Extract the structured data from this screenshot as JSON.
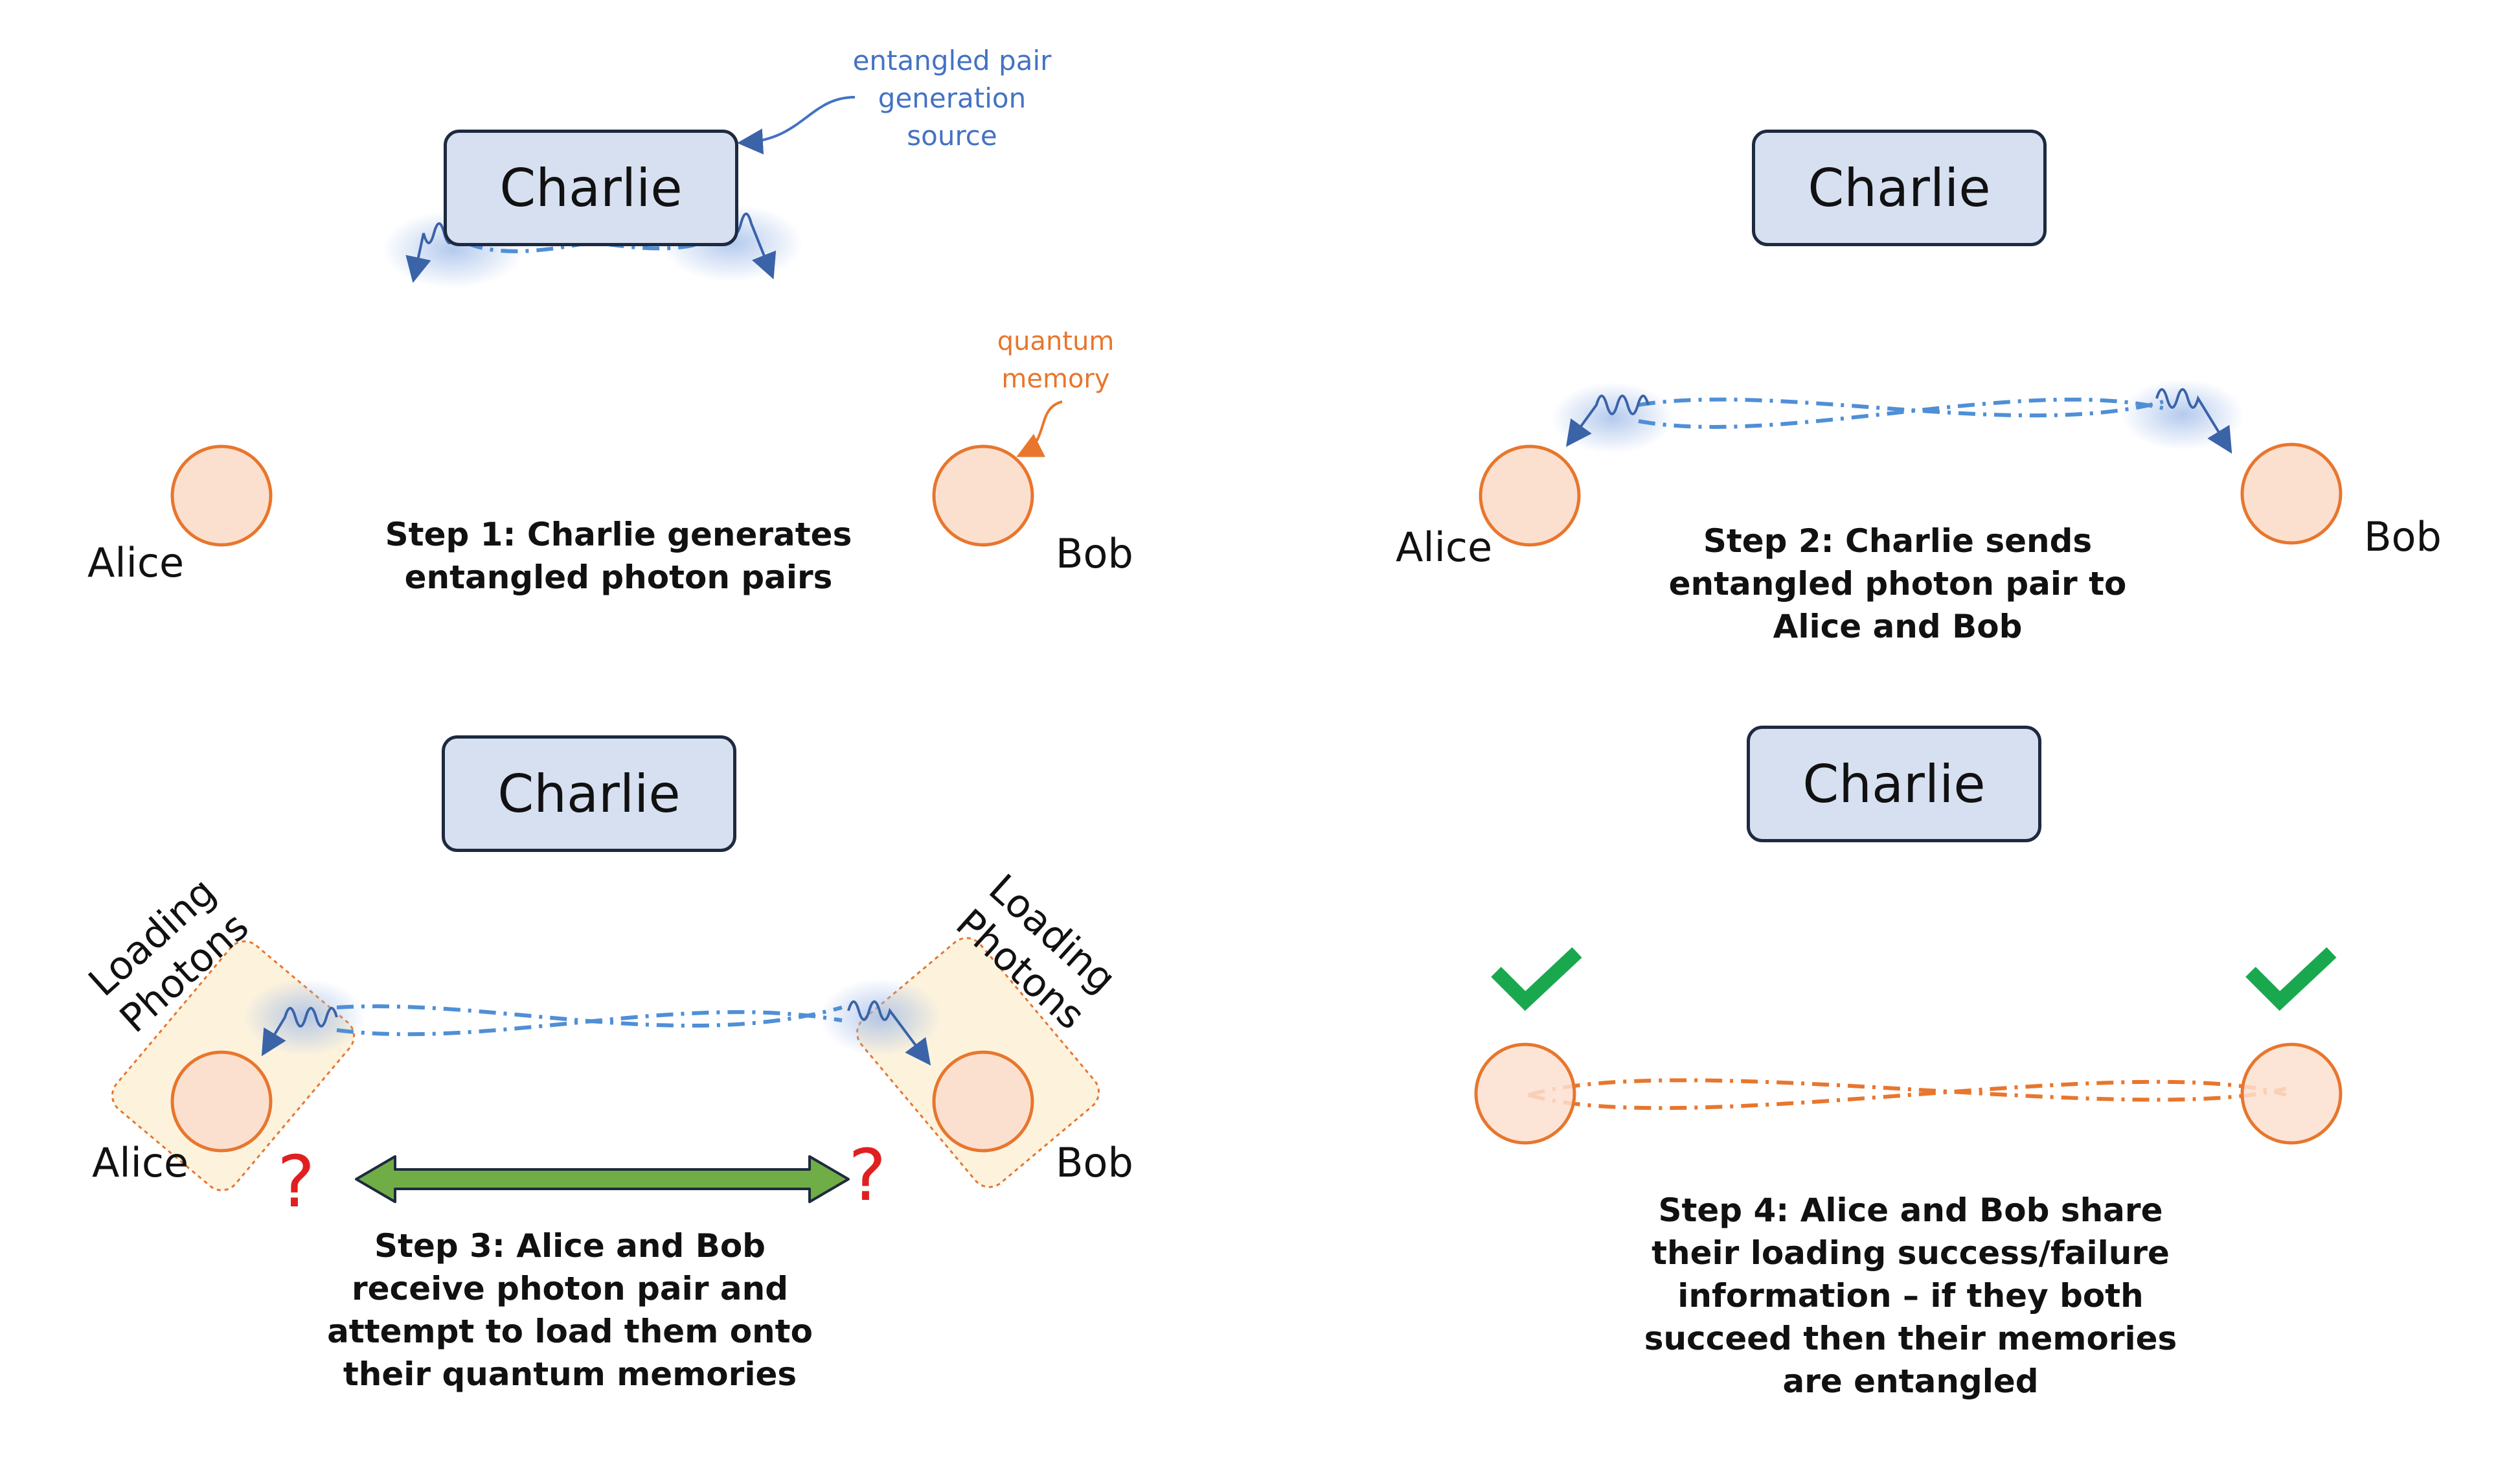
{
  "panels": {
    "step1": {
      "box": "Charlie",
      "left_node": "Alice",
      "right_node": "Bob",
      "source_note": "entangled pair\ngeneration\nsource",
      "memory_note": "quantum\nmemory",
      "caption": "Step 1: Charlie generates\nentangled photon pairs"
    },
    "step2": {
      "box": "Charlie",
      "left_node": "Alice",
      "right_node": "Bob",
      "caption": "Step 2: Charlie sends\nentangled photon pair to\nAlice and Bob"
    },
    "step3": {
      "box": "Charlie",
      "left_node": "Alice",
      "right_node": "Bob",
      "left_loading": "Loading\nPhotons",
      "right_loading": "Loading\nPhotons",
      "question_mark": "?",
      "caption": "Step 3: Alice and Bob\nreceive photon pair and\nattempt to load them onto\ntheir quantum memories"
    },
    "step4": {
      "box": "Charlie",
      "caption": "Step 4: Alice and Bob share\ntheir loading success/failure\ninformation – if they both\nsucceed then their memories\nare entangled",
      "status_icon": "check-icon"
    }
  },
  "colors": {
    "box_fill": "#d6e0f1",
    "box_border": "#1d2a3f",
    "node_fill": "#fbe0d0",
    "node_border": "#e8762d",
    "photon_blue": "#4f8fd6",
    "entangled_orange": "#e8762d",
    "check_green": "#1aa84f",
    "arrow_green": "#70ad47",
    "question_red": "#e02020",
    "loading_fill": "#fdf3dd"
  }
}
